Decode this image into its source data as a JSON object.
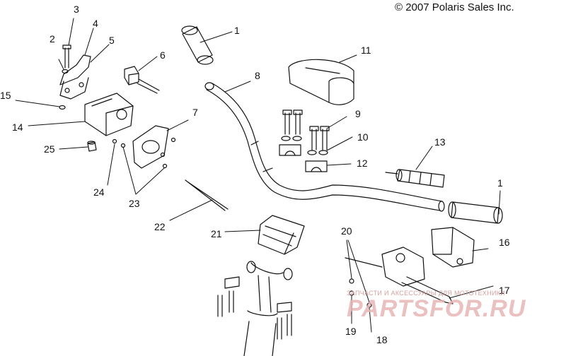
{
  "copyright": "© 2007 Polaris Sales Inc.",
  "callouts": [
    {
      "id": "1a",
      "label": "1"
    },
    {
      "id": "1b",
      "label": "1"
    },
    {
      "id": "2",
      "label": "2"
    },
    {
      "id": "3",
      "label": "3"
    },
    {
      "id": "4",
      "label": "4"
    },
    {
      "id": "5",
      "label": "5"
    },
    {
      "id": "6",
      "label": "6"
    },
    {
      "id": "7",
      "label": "7"
    },
    {
      "id": "8",
      "label": "8"
    },
    {
      "id": "9",
      "label": "9"
    },
    {
      "id": "10",
      "label": "10"
    },
    {
      "id": "11",
      "label": "11"
    },
    {
      "id": "12",
      "label": "12"
    },
    {
      "id": "13",
      "label": "13"
    },
    {
      "id": "14",
      "label": "14"
    },
    {
      "id": "15",
      "label": "15"
    },
    {
      "id": "16",
      "label": "16"
    },
    {
      "id": "17",
      "label": "17"
    },
    {
      "id": "18",
      "label": "18"
    },
    {
      "id": "19",
      "label": "19"
    },
    {
      "id": "20",
      "label": "20"
    },
    {
      "id": "21",
      "label": "21"
    },
    {
      "id": "22",
      "label": "22"
    },
    {
      "id": "23",
      "label": "23"
    },
    {
      "id": "24",
      "label": "24"
    },
    {
      "id": "25",
      "label": "25"
    }
  ],
  "watermark": {
    "small": "ЗАПЧАСТИ И АКСЕССУАРЫ ДЛЯ МОТОТЕХНИКИ",
    "big": "PARTSFOR.RU"
  }
}
